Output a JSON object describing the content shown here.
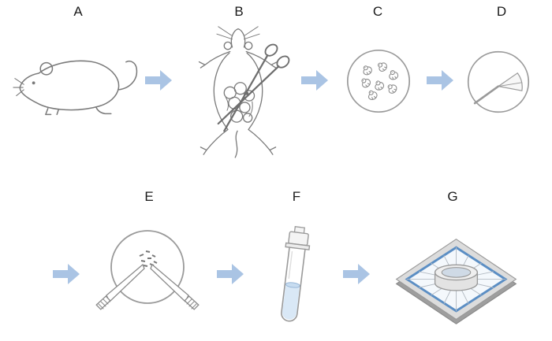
{
  "diagram": {
    "steps": [
      {
        "label": "A",
        "icon": "mouse-icon"
      },
      {
        "label": "B",
        "icon": "mouse-dissection-scissors-icon"
      },
      {
        "label": "C",
        "icon": "petri-dish-embryos-icon"
      },
      {
        "label": "D",
        "icon": "petri-dish-scraper-icon"
      },
      {
        "label": "E",
        "icon": "petri-dish-forceps-tissue-icon"
      },
      {
        "label": "F",
        "icon": "test-tube-icon"
      },
      {
        "label": "G",
        "icon": "membrane-culture-chamber-icon"
      }
    ],
    "arrow_icon": "arrow-right-icon",
    "colors": {
      "arrow": "#aac4e4",
      "line_art": "#7a7a7a",
      "dish_outline": "#9a9a9a",
      "liquid": "#d9e8f6",
      "chamber_border": "#5b8ec4"
    }
  }
}
